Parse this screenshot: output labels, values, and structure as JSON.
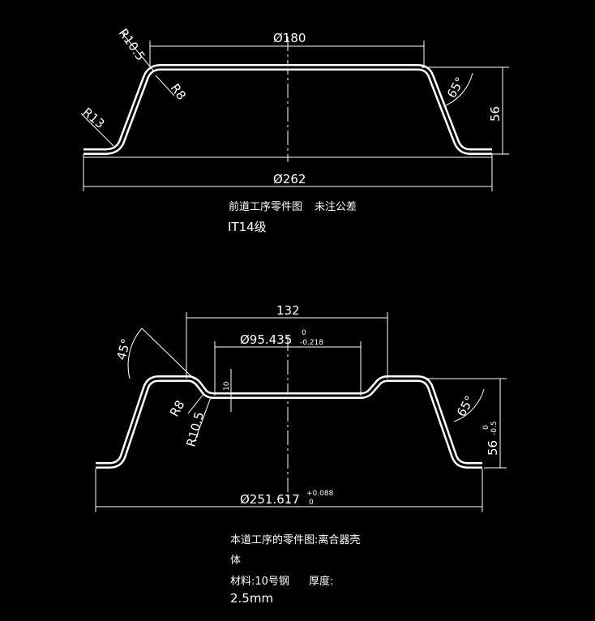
{
  "top_drawing": {
    "dia_top": "Ø180",
    "dia_bottom": "Ø262",
    "height": "56",
    "angle": "65°",
    "r_outer_top": "R10.5",
    "r_inner_top": "R8",
    "r_bottom": "R13",
    "note_line1": "前道工序零件图",
    "note_tolerance": "未注公差",
    "note_line2": "IT14级"
  },
  "bottom_drawing": {
    "width": "132",
    "inner_dia": "Ø95.435",
    "inner_dia_tol_upper": "0",
    "inner_dia_tol_lower": "-0.218",
    "step_depth": "10",
    "angle_left": "45°",
    "angle_right": "65°",
    "r_small": "R8",
    "r_large": "R10.5",
    "height": "56",
    "height_tol_upper": "0",
    "height_tol_lower": "-0.5",
    "outer_dia": "Ø251.617",
    "outer_dia_tol_upper": "+0.088",
    "outer_dia_tol_lower": "0",
    "note_line1": "本道工序的零件图:离合器壳",
    "note_line2": "体",
    "material": "材料:10号钢",
    "thickness_label": "厚度:",
    "thickness_value": "2.5mm"
  }
}
